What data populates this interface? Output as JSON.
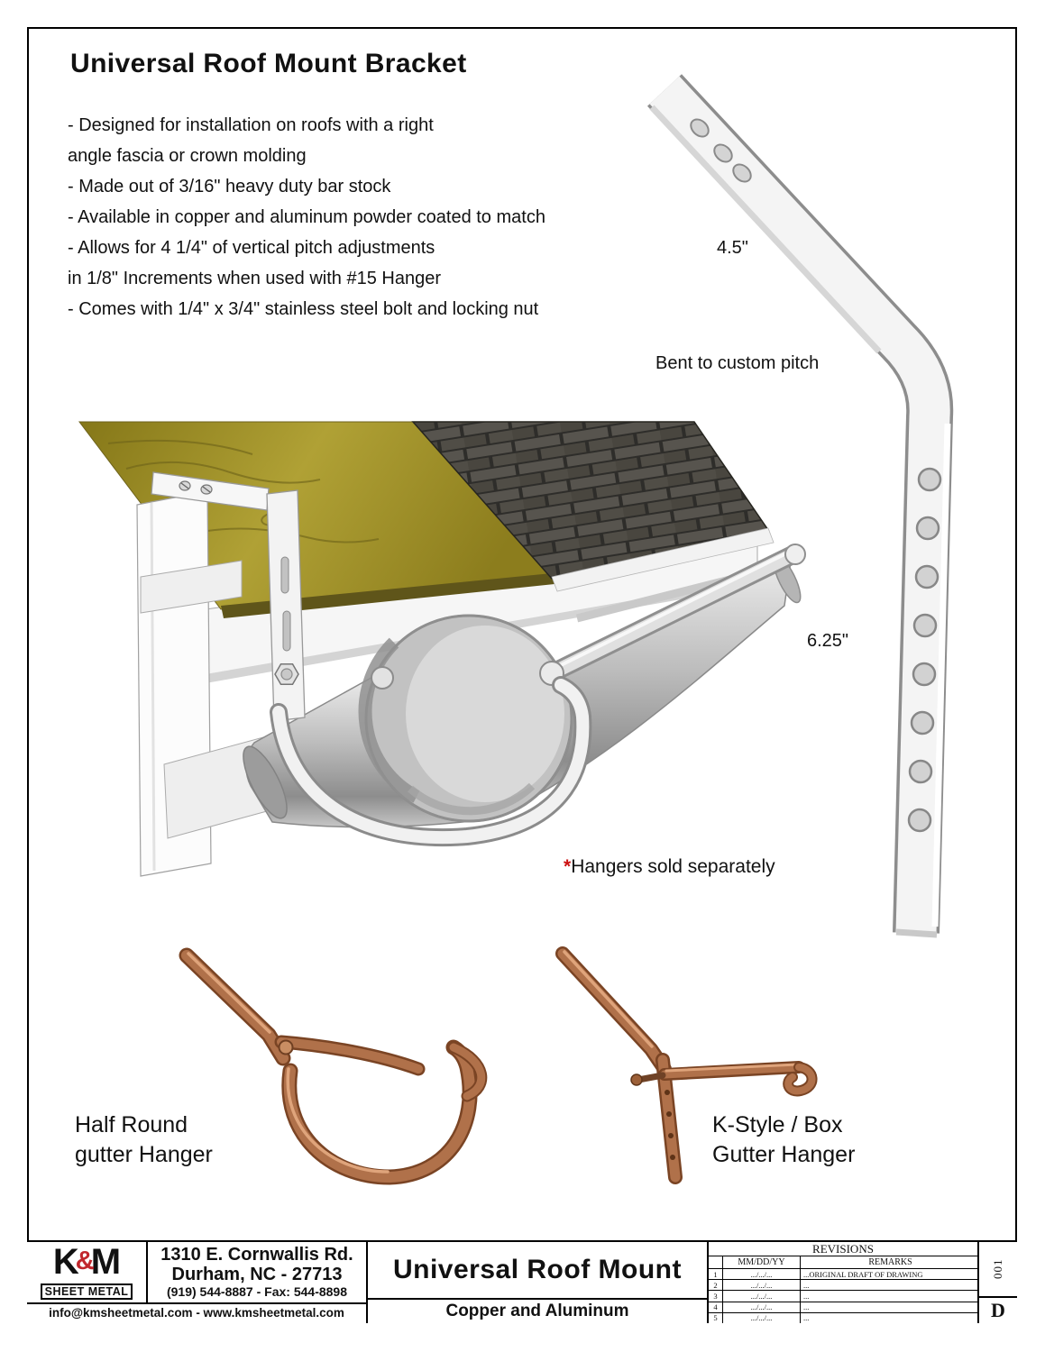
{
  "doc": {
    "title": "Universal Roof Mount Bracket",
    "bullets": [
      "- Designed for installation on roofs with a right",
      "angle fascia or crown molding",
      "- Made out of 3/16\" heavy duty bar stock",
      "- Available in copper and aluminum powder coated to match",
      "- Allows for 4 1/4\" of vertical pitch adjustments",
      "in 1/8\" Increments when used with #15 Hanger",
      "- Comes with 1/4\" x 3/4\" stainless steel bolt and locking nut"
    ],
    "labels": {
      "width": "4.5\"",
      "bent": "Bent to custom pitch",
      "length": "6.25\"",
      "note_star": "*",
      "note_text": "Hangers sold separately",
      "half_round_1": "Half Round",
      "half_round_2": "gutter Hanger",
      "k_style_1": "K-Style / Box",
      "k_style_2": "Gutter Hanger"
    }
  },
  "footer": {
    "logo": {
      "k": "K",
      "amp": "&",
      "m": "M",
      "sub": "SHEET METAL"
    },
    "address1": "1310 E. Cornwallis Rd.",
    "address2": "Durham, NC - 27713",
    "phone": "(919) 544-8887 - Fax: 544-8898",
    "web": "info@kmsheetmetal.com - www.kmsheetmetal.com",
    "product_title": "Universal Roof Mount",
    "product_subtitle": "Copper and Aluminum",
    "revisions": {
      "title": "REVISIONS",
      "date_header": "MM/DD/YY",
      "remarks_header": "REMARKS",
      "rows": [
        {
          "n": "1",
          "date": ".../.../...",
          "remark": "...ORIGINAL DRAFT OF DRAWING"
        },
        {
          "n": "2",
          "date": ".../.../...",
          "remark": "..."
        },
        {
          "n": "3",
          "date": ".../.../...",
          "remark": "..."
        },
        {
          "n": "4",
          "date": ".../.../...",
          "remark": "..."
        },
        {
          "n": "5",
          "date": ".../.../...",
          "remark": "..."
        }
      ]
    },
    "sheet": {
      "number": "001",
      "size": "D"
    }
  },
  "colors": {
    "accent_red": "#cc1111",
    "logo_red": "#c1272d",
    "copper": "#b0714a"
  }
}
